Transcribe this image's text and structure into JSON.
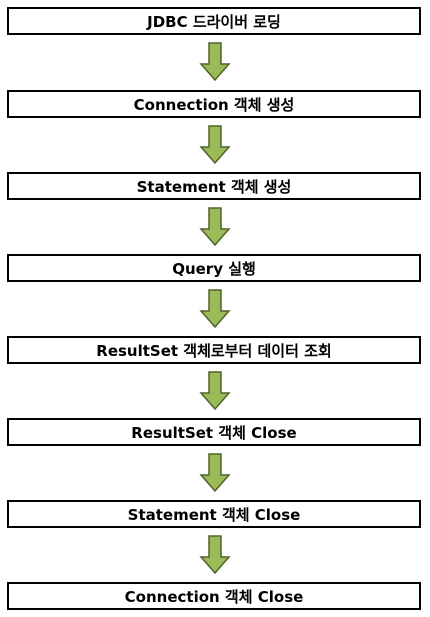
{
  "diagram": {
    "steps": [
      "JDBC 드라이버 로딩",
      "Connection 객체 생성",
      "Statement 객체 생성",
      "Query 실행",
      "ResultSet 객체로부터 데이터 조회",
      "ResultSet 객체 Close",
      "Statement 객체 Close",
      "Connection 객체 Close"
    ],
    "colors": {
      "arrow_fill": "#9BBB59",
      "arrow_stroke": "#4F6228",
      "box_border": "#000000"
    }
  }
}
